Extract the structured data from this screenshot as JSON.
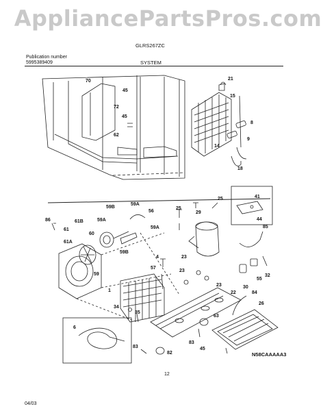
{
  "watermark": "AppliancePartsPros.com",
  "header": {
    "publication_label": "Publication number",
    "publication_number": "5995389409",
    "model": "GLRS267ZC",
    "section": "SYSTEM"
  },
  "footer": {
    "page_number": "12",
    "date": "04/03",
    "diagram_code": "N58CAAAAA3"
  },
  "callouts": [
    "70",
    "45",
    "72",
    "45",
    "62",
    "21",
    "15",
    "8",
    "9",
    "14",
    "18",
    "41",
    "44",
    "25",
    "25",
    "29",
    "85",
    "59B",
    "59A",
    "56",
    "86",
    "61",
    "61B",
    "59A",
    "60",
    "59A",
    "61A",
    "59B",
    "4",
    "57",
    "23",
    "23",
    "23",
    "59",
    "1",
    "34",
    "35",
    "55",
    "32",
    "30",
    "22",
    "84",
    "26",
    "6",
    "83",
    "82",
    "63",
    "83",
    "45"
  ]
}
